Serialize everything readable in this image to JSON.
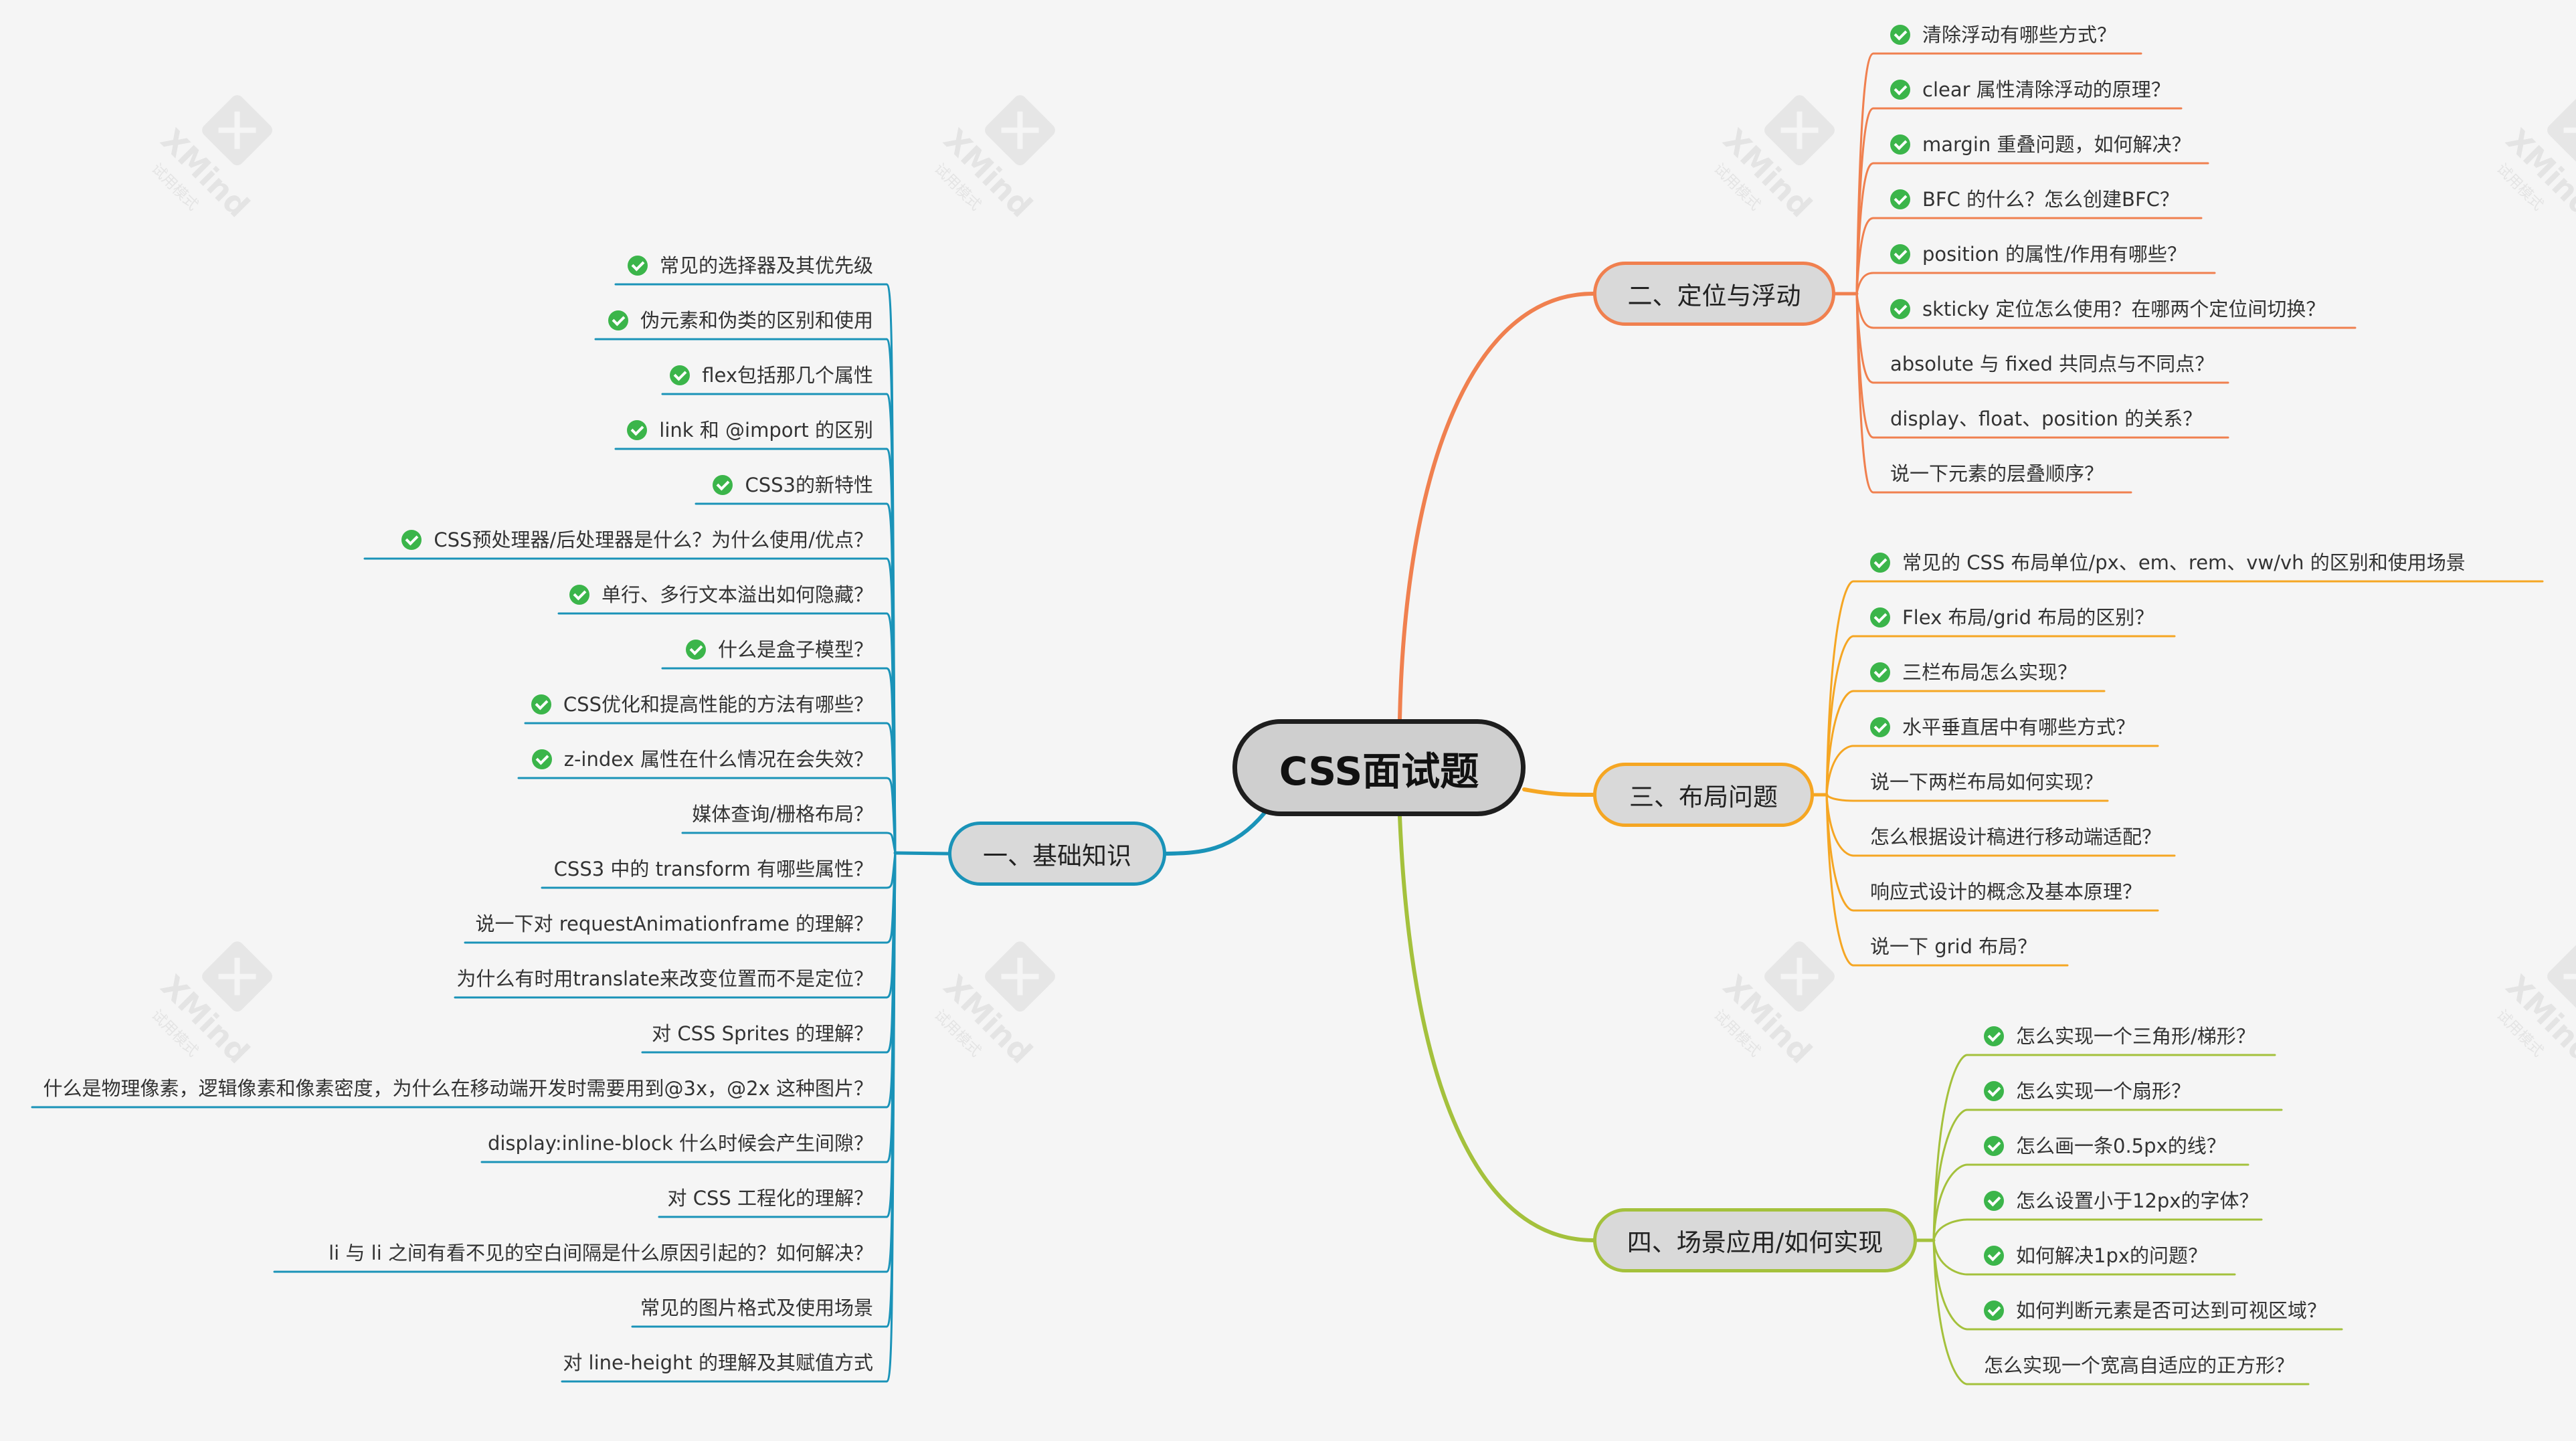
{
  "root": {
    "title": "CSS面试题"
  },
  "branches": {
    "b1": {
      "title": "一、基础知识",
      "color": "#1a93b8",
      "items": [
        {
          "text": "常见的选择器及其优先级",
          "done": true
        },
        {
          "text": "伪元素和伪类的区别和使用",
          "done": true
        },
        {
          "text": "flex包括那几个属性",
          "done": true
        },
        {
          "text": "link 和 @import 的区别",
          "done": true
        },
        {
          "text": "CSS3的新特性",
          "done": true
        },
        {
          "text": "CSS预处理器/后处理器是什么？为什么使用/优点？",
          "done": true
        },
        {
          "text": "单行、多行文本溢出如何隐藏？",
          "done": true
        },
        {
          "text": "什么是盒子模型？",
          "done": true
        },
        {
          "text": "CSS优化和提高性能的方法有哪些？",
          "done": true
        },
        {
          "text": "z-index 属性在什么情况在会失效？",
          "done": true
        },
        {
          "text": "媒体查询/栅格布局？",
          "done": false
        },
        {
          "text": "CSS3 中的 transform 有哪些属性？",
          "done": false
        },
        {
          "text": "说一下对 requestAnimationframe 的理解？",
          "done": false
        },
        {
          "text": "为什么有时用translate来改变位置而不是定位？",
          "done": false
        },
        {
          "text": "对 CSS Sprites 的理解？",
          "done": false
        },
        {
          "text": "什么是物理像素，逻辑像素和像素密度，为什么在移动端开发时需要用到@3x，@2x 这种图片？",
          "done": false
        },
        {
          "text": "display:inline-block 什么时候会产生间隙？",
          "done": false
        },
        {
          "text": "对 CSS 工程化的理解？",
          "done": false
        },
        {
          "text": "li 与 li 之间有看不见的空白间隔是什么原因引起的？如何解决？",
          "done": false
        },
        {
          "text": "常见的图片格式及使用场景",
          "done": false
        },
        {
          "text": "对 line-height 的理解及其赋值方式",
          "done": false
        }
      ]
    },
    "b2": {
      "title": "二、定位与浮动",
      "color": "#f0804f",
      "items": [
        {
          "text": "清除浮动有哪些方式？",
          "done": true
        },
        {
          "text": "clear 属性清除浮动的原理？",
          "done": true
        },
        {
          "text": "margin 重叠问题，如何解决？",
          "done": true
        },
        {
          "text": "BFC 的什么？怎么创建BFC？",
          "done": true
        },
        {
          "text": "position 的属性/作用有哪些？",
          "done": true
        },
        {
          "text": "skticky 定位怎么使用？在哪两个定位间切换？",
          "done": true
        },
        {
          "text": "absolute 与 fixed 共同点与不同点？",
          "done": false
        },
        {
          "text": "display、float、position 的关系？",
          "done": false
        },
        {
          "text": "说一下元素的层叠顺序？",
          "done": false
        }
      ]
    },
    "b3": {
      "title": "三、布局问题",
      "color": "#f5a623",
      "items": [
        {
          "text": "常见的 CSS 布局单位/px、em、rem、vw/vh 的区别和使用场景",
          "done": true
        },
        {
          "text": "Flex 布局/grid 布局的区别？",
          "done": true
        },
        {
          "text": "三栏布局怎么实现？",
          "done": true
        },
        {
          "text": "水平垂直居中有哪些方式？",
          "done": true
        },
        {
          "text": "说一下两栏布局如何实现？",
          "done": false
        },
        {
          "text": "怎么根据设计稿进行移动端适配？",
          "done": false
        },
        {
          "text": "响应式设计的概念及基本原理？",
          "done": false
        },
        {
          "text": "说一下 grid 布局？",
          "done": false
        }
      ]
    },
    "b4": {
      "title": "四、场景应用/如何实现",
      "color": "#a4c13c",
      "items": [
        {
          "text": "怎么实现一个三角形/梯形？",
          "done": true
        },
        {
          "text": "怎么实现一个扇形？",
          "done": true
        },
        {
          "text": "怎么画一条0.5px的线？",
          "done": true
        },
        {
          "text": "怎么设置小于12px的字体？",
          "done": true
        },
        {
          "text": "如何解决1px的问题？",
          "done": true
        },
        {
          "text": "如何判断元素是否可达到可视区域？",
          "done": true
        },
        {
          "text": "怎么实现一个宽高自适应的正方形？",
          "done": false
        }
      ]
    }
  },
  "watermark": {
    "brand": "XMind",
    "sub": "试用模式"
  }
}
